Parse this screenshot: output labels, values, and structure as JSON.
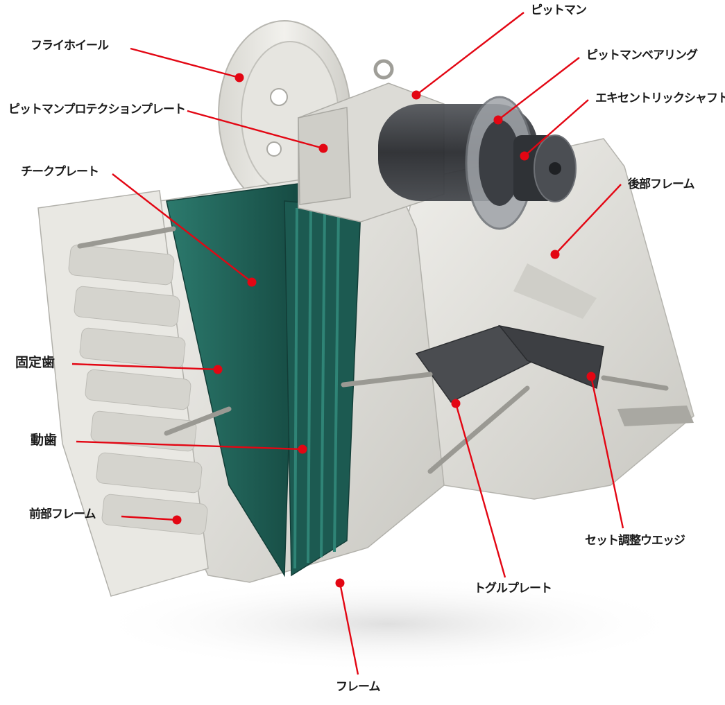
{
  "colors": {
    "callout": "#e30613",
    "steel": "#e4e3de",
    "steel_shadow": "#b9b8b2",
    "liner": "#1e5f55",
    "shaft": "#2d2f33",
    "label": "#1a1a1a"
  },
  "labels": {
    "pitman": "ピットマン",
    "flywheel": "フライホイール",
    "pitman_bearing": "ピットマンベアリング",
    "pitman_protection_plate": "ピットマンプロテクションプレート",
    "eccentric_shaft": "エキセントリックシャフト",
    "cheek_plate": "チークプレート",
    "rear_frame": "後部フレーム",
    "fixed_jaw": "固定歯",
    "moving_jaw": "動歯",
    "front_frame": "前部フレーム",
    "setting_wedge": "セット調整ウエッジ",
    "toggle_plate": "トグルプレート",
    "frame": "フレーム"
  }
}
